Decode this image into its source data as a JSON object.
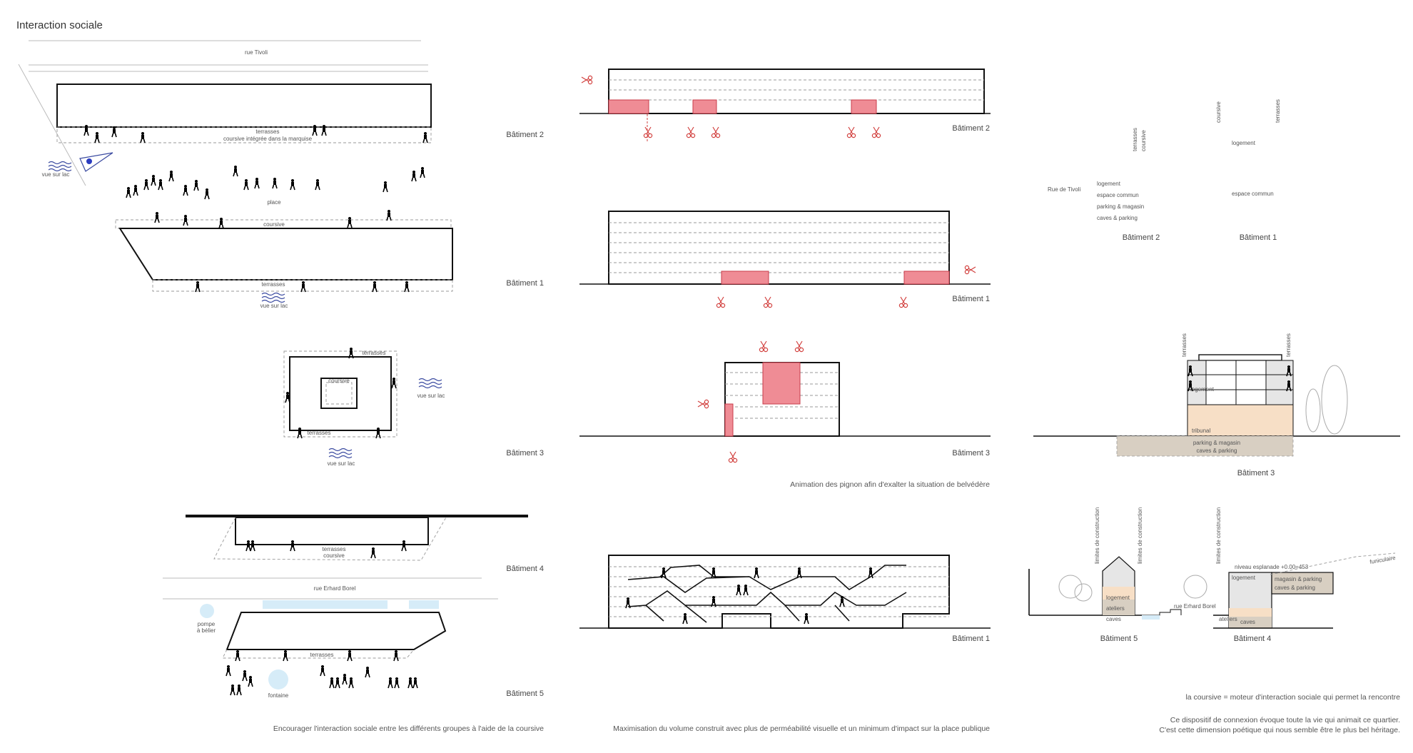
{
  "title": "Interaction sociale",
  "left": {
    "street_top": "rue Tivoli",
    "terrasses_top": "terrasses",
    "coursive_marquise": "coursive intégrée dans la marquise",
    "vue_lac_1": "vue sur lac",
    "place": "place",
    "coursive": "coursive",
    "terrasses_mid": "terrasses",
    "vue_lac_2": "vue sur lac",
    "b3_terrasses_top": "terrasses",
    "b3_courtyard": "coursive",
    "b3_terrasses_bottom": "terrasses",
    "vue_lac_3": "vue sur lac",
    "vue_lac_4": "vue sur lac",
    "b4_terrasses": "terrasses",
    "b4_coursive": "coursive",
    "street_bottom": "rue Erhard Borel",
    "pompe": [
      "pompe",
      "à bélier"
    ],
    "b5_terrasses": "terrasses",
    "fontaine": "fontaine",
    "caption": "Encourager l'interaction sociale entre les différents groupes à l'aide de la coursive"
  },
  "building_labels": {
    "b2": "Bâtiment 2",
    "b1": "Bâtiment 1",
    "b3": "Bâtiment 3",
    "b4": "Bâtiment 4",
    "b5": "Bâtiment 5"
  },
  "middle": {
    "b2": "Bâtiment 2",
    "b1": "Bâtiment 1",
    "b3": "Bâtiment 3",
    "animation_caption": "Animation des pignon afin d'exalter la situation de belvédère",
    "b1_bottom": "Bâtiment 1",
    "caption": "Maximisation du volume construit avec plus de perméabilité visuelle et un minimum d'impact sur la place publique"
  },
  "right": {
    "terrasses_v": "terrasses",
    "coursive_v": "coursive",
    "coursive_v2": "coursive",
    "terrasses_v2": "terrasses",
    "logement_1": "logement",
    "rue_tivoli": "Rue de Tivoli",
    "logement_2": "logement",
    "espace_commun_2": "espace commun",
    "parking_magasin": "parking & magasin",
    "caves_parking": "caves & parking",
    "espace_commun_1": "espace commun",
    "b2": "Bâtiment 2",
    "b1": "Bâtiment 1",
    "s3_terrasses_l": "terrasses",
    "s3_terrasses_r": "terrasses",
    "s3_logement": "logement",
    "s3_tribunal": "tribunal",
    "s3_parking_magasin": "parking & magasin",
    "s3_caves_parking": "caves & parking",
    "b3": "Bâtiment 3",
    "limites_1": "limites de construction",
    "limites_2": "limites de construction",
    "limites_3": "limites de construction",
    "funiculaire": "funiculaire",
    "niveau": "niveau esplanade +0.00=453",
    "s4_logement": "logement",
    "s4_magasin_parking": "magasin & parking",
    "s4_caves_parking": "caves & parking",
    "s4_ateliers": "ateliers",
    "s4_caves": "caves",
    "s5_logement": "logement",
    "s5_ateliers": "ateliers",
    "s5_caves": "caves",
    "rue_erhard": "rue Erhard Borel",
    "b5": "Bâtiment 5",
    "b4": "Bâtiment 4",
    "tagline": "la coursive = moteur d'interaction sociale qui permet la rencontre",
    "conclusion_1": "Ce dispositif de connexion évoque toute la vie qui animait ce quartier.",
    "conclusion_2": "C'est cette dimension poétique qui nous semble être le plus bel héritage."
  },
  "colors": {
    "red_fill": "#ef8c95",
    "red_stroke": "#c93c4a",
    "water_blue": "#d6ecf8",
    "wave_blue": "#3a4aa0",
    "peach": "#f7dfc6",
    "taupe": "#d8cfc2",
    "grey_block": "#e6e6e6"
  }
}
